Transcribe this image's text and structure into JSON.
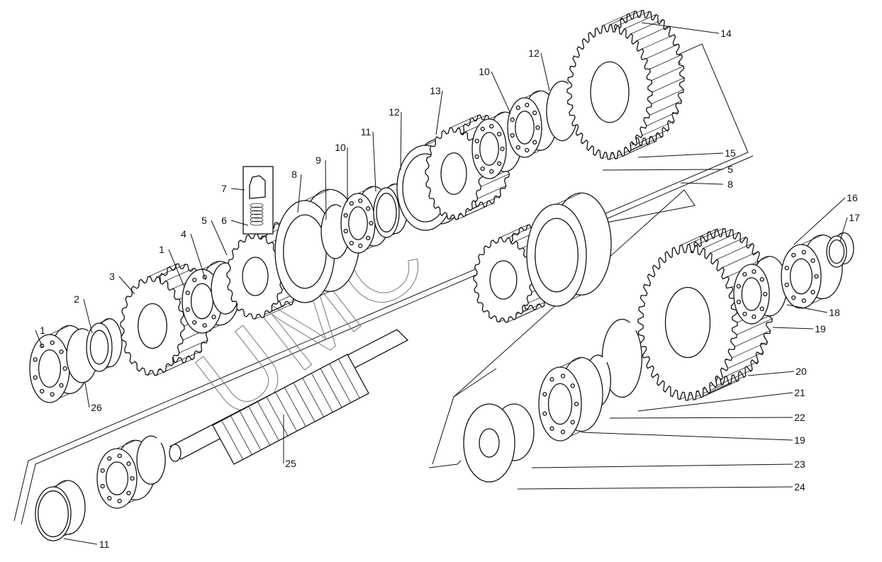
{
  "diagram": {
    "title": "Gearbox shaft assembly exploded view",
    "watermark": "UMC",
    "callouts": [
      "14",
      "12",
      "10",
      "13",
      "12",
      "11",
      "10",
      "9",
      "8",
      "7",
      "6",
      "5",
      "4",
      "1",
      "3",
      "2",
      "1",
      "26",
      "15",
      "5",
      "8",
      "16",
      "17",
      "18",
      "19",
      "20",
      "21",
      "22",
      "19",
      "23",
      "24",
      "25",
      "11"
    ]
  }
}
